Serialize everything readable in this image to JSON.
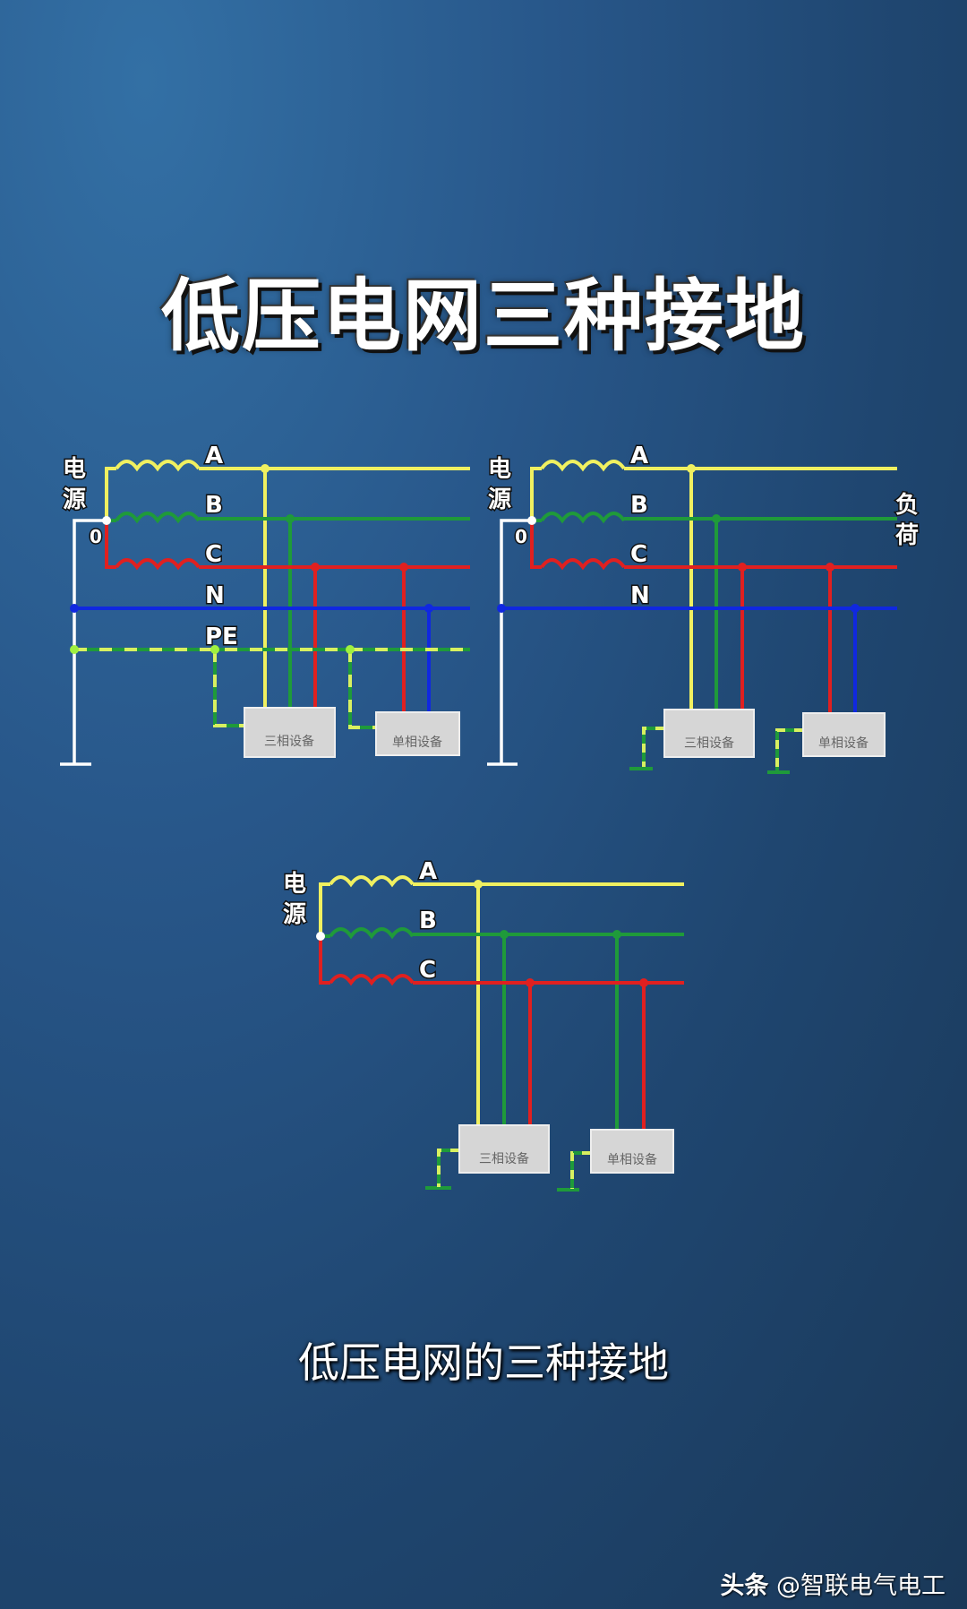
{
  "title": "低压电网三种接地",
  "subtitle": "低压电网的三种接地",
  "watermark": {
    "platform": "头条",
    "account": "@智联电气电工"
  },
  "diagram_labels": {
    "source": [
      "电",
      "源"
    ],
    "load": [
      "负",
      "荷"
    ],
    "neutral_point": "0",
    "phase_a": "A",
    "phase_b": "B",
    "phase_c": "C",
    "neutral": "N",
    "protective_earth": "PE",
    "three_phase_device": "三相设备",
    "single_phase_device": "单相设备"
  },
  "colors": {
    "phase_a": "#f0f060",
    "phase_b": "#1f9a3a",
    "phase_c": "#e02020",
    "neutral": "#1028e0",
    "pe_dash": "#d8f060",
    "source_ground": "#ffffff"
  }
}
